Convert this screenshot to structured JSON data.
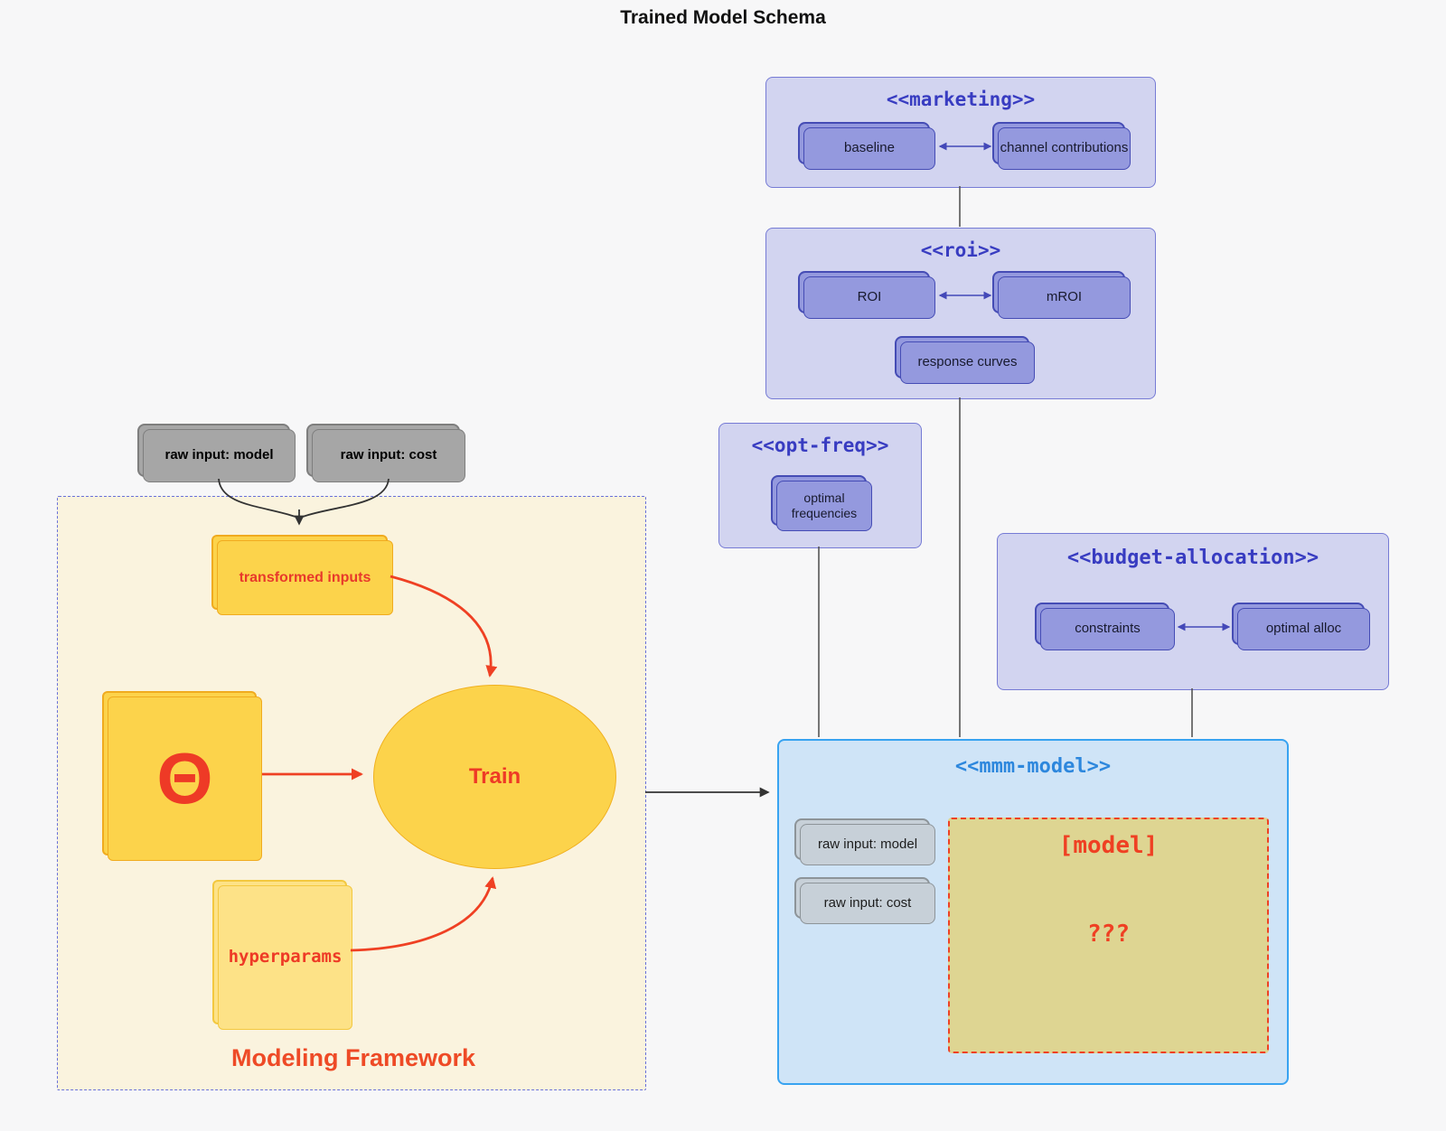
{
  "title": "Trained Model Schema",
  "packages": {
    "marketing": {
      "title": "<<marketing>>",
      "nodes": {
        "baseline": "baseline",
        "channel_contributions": "channel contributions"
      }
    },
    "roi": {
      "title": "<<roi>>",
      "nodes": {
        "roi": "ROI",
        "mroi": "mROI",
        "response_curves": "response curves"
      }
    },
    "opt_freq": {
      "title": "<<opt-freq>>",
      "nodes": {
        "optimal_frequencies": "optimal frequencies"
      }
    },
    "budget_allocation": {
      "title": "<<budget-allocation>>",
      "nodes": {
        "constraints": "constraints",
        "optimal_alloc": "optimal alloc"
      }
    },
    "mmm_model": {
      "title": "<<mmm-model>>",
      "nodes": {
        "raw_input_model": "raw input: model",
        "raw_input_cost": "raw input: cost"
      },
      "placeholder": {
        "title": "[model]",
        "body": "???"
      }
    }
  },
  "framework": {
    "label": "Modeling Framework",
    "nodes": {
      "raw_input_model": "raw input: model",
      "raw_input_cost": "raw input: cost",
      "transformed_inputs": "transformed inputs",
      "theta": "Θ",
      "train": "Train",
      "hyperparams": "hyperparams"
    }
  },
  "colors": {
    "background": "#f7f7f8",
    "purple_container": "#d2d4f0",
    "purple_node": "#9499de",
    "purple_title": "#383cc1",
    "blue_container": "#cfe4f7",
    "blue_title": "#2d87dd",
    "gray_node": "#a6a6a6",
    "bluegray_node": "#c7d0d8",
    "gold_node": "#fcd34b",
    "gold_light_node": "#fde287",
    "khaki_fill": "#ded592",
    "framework_fill": "#faf3de",
    "red_accent": "#ef4023",
    "edge_gray": "#555555",
    "edge_purple": "#4348b8"
  }
}
